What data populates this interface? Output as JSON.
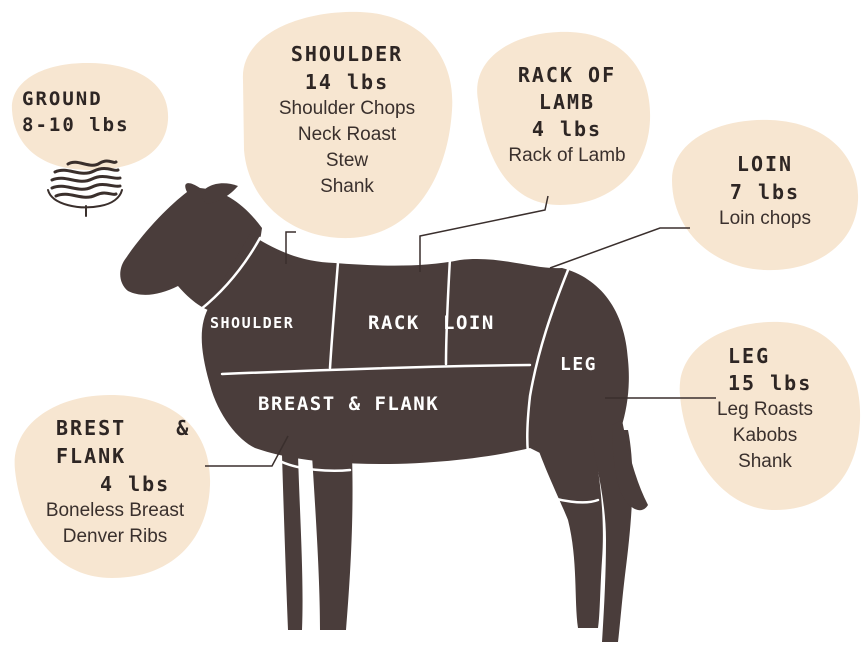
{
  "colors": {
    "blob": "#f7e6d1",
    "lamb": "#4a3d3b",
    "lines": "#3a2f2d",
    "cut_lines": "#ffffff"
  },
  "icons": {
    "ground": "ground-meat-icon"
  },
  "cuts_on_lamb": {
    "shoulder": "SHOULDER",
    "rack": "RACK",
    "loin": "LOIN",
    "leg": "LEG",
    "breast_flank": "BREAST & FLANK"
  },
  "ground": {
    "title": "GROUND",
    "weight": "8-10 lbs"
  },
  "shoulder": {
    "title": "SHOULDER",
    "weight": "14 lbs",
    "items": [
      "Shoulder Chops",
      "Neck Roast",
      "Stew",
      "Shank"
    ]
  },
  "rack": {
    "title_line1": "RACK OF",
    "title_line2": "LAMB",
    "weight": "4 lbs",
    "items": [
      "Rack of Lamb"
    ]
  },
  "loin": {
    "title": "LOIN",
    "weight": "7 lbs",
    "items": [
      "Loin chops"
    ]
  },
  "leg": {
    "title": "LEG",
    "weight": "15 lbs",
    "items": [
      "Leg Roasts",
      "Kabobs",
      "Shank"
    ]
  },
  "breast": {
    "title_part1": "BREST",
    "title_amp": "&",
    "title_line2": "FLANK",
    "weight": "4 lbs",
    "items": [
      "Boneless Breast",
      "Denver Ribs"
    ]
  }
}
